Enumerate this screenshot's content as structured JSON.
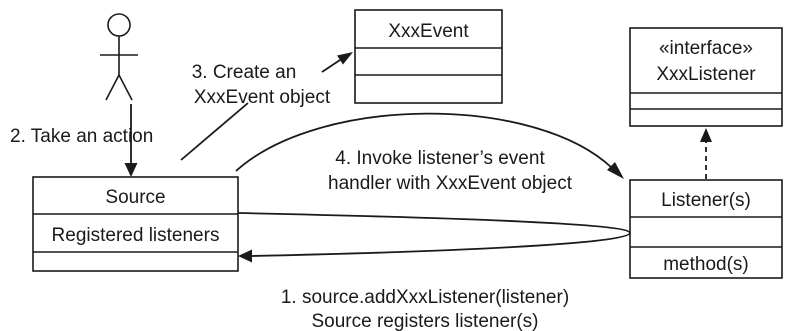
{
  "actor": {
    "icon": "stick-figure-user-icon"
  },
  "classes": {
    "event": {
      "name": "XxxEvent"
    },
    "listener_interface": {
      "stereotype": "«interface»",
      "name": "XxxListener"
    },
    "source": {
      "name": "Source",
      "field": "Registered listeners"
    },
    "listener": {
      "name": "Listener(s)",
      "method": "method(s)"
    }
  },
  "steps": {
    "take_action": "2. Take an action",
    "create_event": [
      "3. Create an",
      "XxxEvent object"
    ],
    "invoke_handler": [
      "4. Invoke listener’s event",
      "handler with XxxEvent object"
    ],
    "register": [
      "1. source.addXxxListener(listener)",
      "Source registers listener(s)"
    ]
  }
}
